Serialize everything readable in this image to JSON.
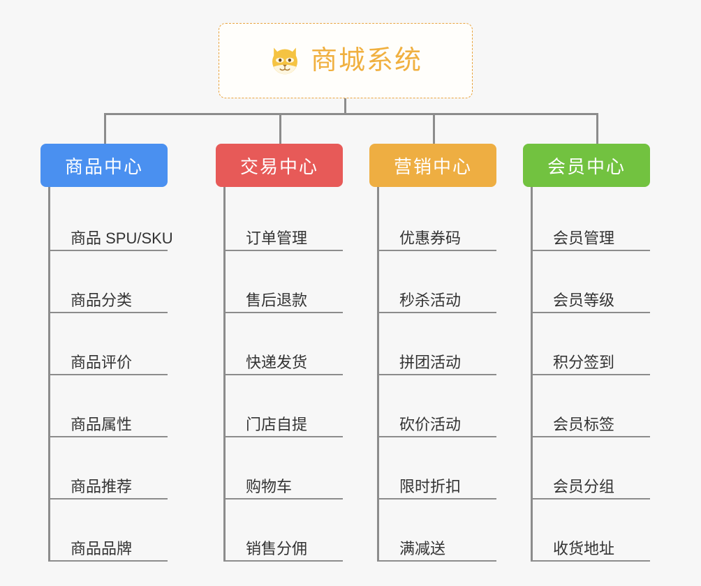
{
  "root": {
    "title": "商城系统",
    "icon": "dog-face-icon",
    "border_color": "#e8a33d",
    "text_color": "#f0b040",
    "background": "#fffefb"
  },
  "canvas": {
    "background": "#f7f7f7",
    "connector_color": "#8c8c8c"
  },
  "categories": [
    {
      "label": "商品中心",
      "color": "#4a90f0",
      "items": [
        "商品 SPU/SKU",
        "商品分类",
        "商品评价",
        "商品属性",
        "商品推荐",
        "商品品牌"
      ]
    },
    {
      "label": "交易中心",
      "color": "#e75a58",
      "items": [
        "订单管理",
        "售后退款",
        "快递发货",
        "门店自提",
        "购物车",
        "销售分佣"
      ]
    },
    {
      "label": "营销中心",
      "color": "#eeae42",
      "items": [
        "优惠券码",
        "秒杀活动",
        "拼团活动",
        "砍价活动",
        "限时折扣",
        "满减送"
      ]
    },
    {
      "label": "会员中心",
      "color": "#72c240",
      "items": [
        "会员管理",
        "会员等级",
        "积分签到",
        "会员标签",
        "会员分组",
        "收货地址"
      ]
    }
  ]
}
